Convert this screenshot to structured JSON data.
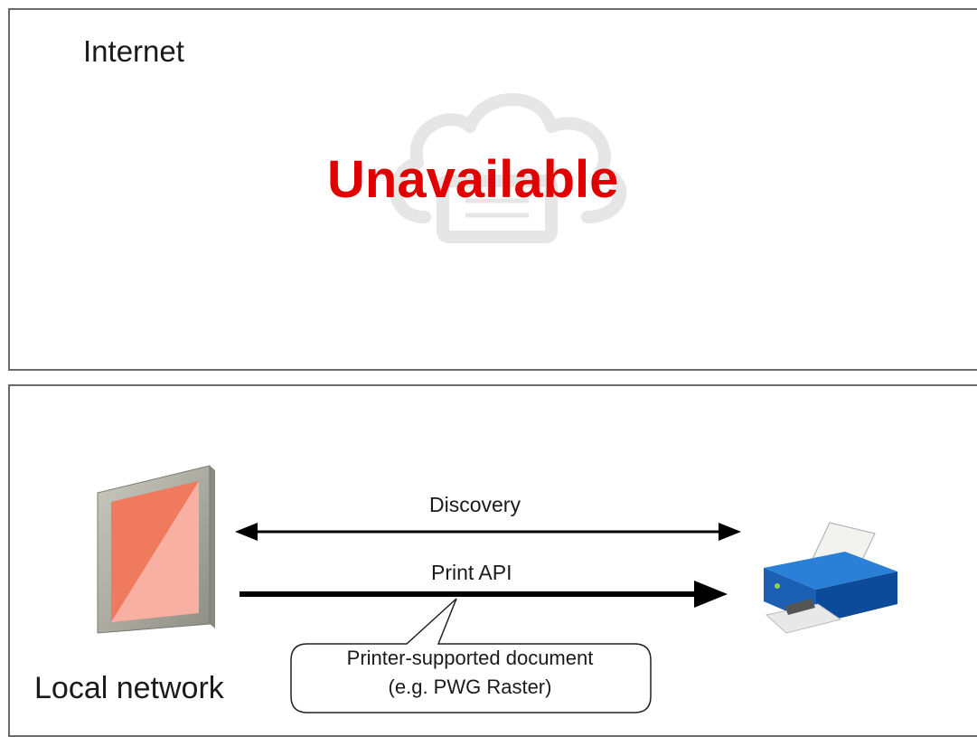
{
  "internet": {
    "label": "Internet",
    "status": "Unavailable",
    "status_color": "#e00000",
    "background_icon": "cloud-print-icon"
  },
  "local_network": {
    "label": "Local network",
    "device_icon": "tablet-icon",
    "printer_icon": "printer-icon",
    "arrows": [
      {
        "label": "Discovery",
        "direction": "bidirectional"
      },
      {
        "label": "Print API",
        "direction": "device-to-printer"
      }
    ],
    "callout": {
      "line1": "Printer-supported document",
      "line2": "(e.g. PWG Raster)"
    }
  }
}
